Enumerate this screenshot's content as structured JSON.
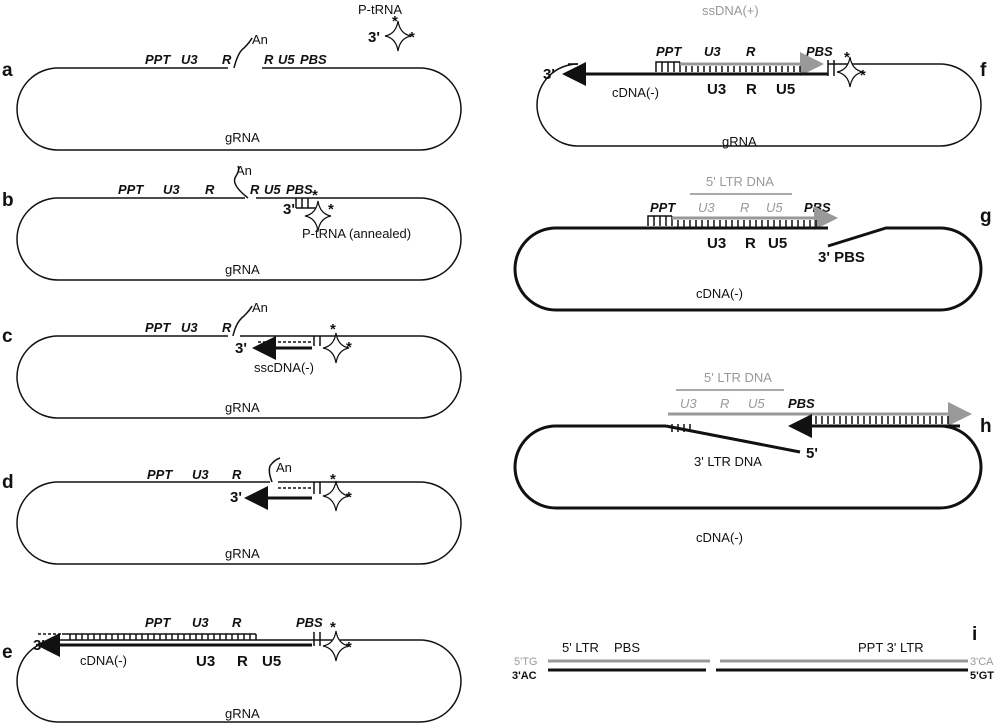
{
  "panels": {
    "a": "a",
    "b": "b",
    "c": "c",
    "d": "d",
    "e": "e",
    "f": "f",
    "g": "g",
    "h": "h",
    "i": "i"
  },
  "labels": {
    "grna": "gRNA",
    "ptrna": "P-tRNA",
    "ptrna_annealed": "P-tRNA (annealed)",
    "an": "An",
    "ppt": "PPT",
    "u3": "U3",
    "r": "R",
    "u5": "U5",
    "pbs": "PBS",
    "three_prime": "3'",
    "five_prime": "5'",
    "sscdna_minus": "sscDNA(-)",
    "cdna_minus": "cDNA(-)",
    "ssdna_plus": "ssDNA(+)",
    "ltr_dna_5": "5' LTR DNA",
    "ltr_dna_3": "3' LTR DNA",
    "three_pbs": "3' PBS",
    "star": "*",
    "i_5ltr": "5' LTR",
    "i_pbs": "PBS",
    "i_ppt_3ltr": "PPT 3' LTR",
    "i_5tg": "5'TG",
    "i_3ac": "3'AC",
    "i_3ca": "3'CA",
    "i_5gt": "5'GT"
  },
  "colors": {
    "ink": "#111111",
    "grey": "#999999"
  }
}
